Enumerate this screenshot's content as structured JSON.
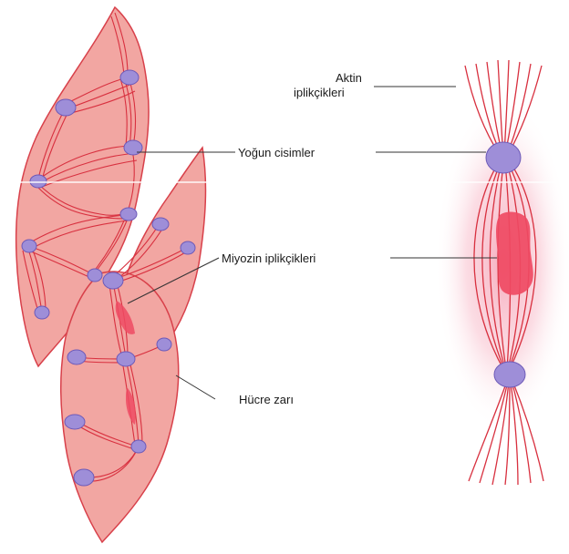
{
  "labels": {
    "aktin_line1": "Aktin",
    "aktin_line2": "iplikçikleri",
    "yogun": "Yoğun cisimler",
    "miyozin": "Miyozin iplikçikleri",
    "hucre": "Hücre zarı"
  },
  "colors": {
    "cell_fill": "#f2a6a2",
    "cell_stroke": "#d8404a",
    "filament": "#d8303f",
    "dense_body": "#9e8ed8",
    "dense_body_stroke": "#6d5ab8",
    "myosin": "#ef4a63",
    "glow": "#f7b7c6"
  }
}
